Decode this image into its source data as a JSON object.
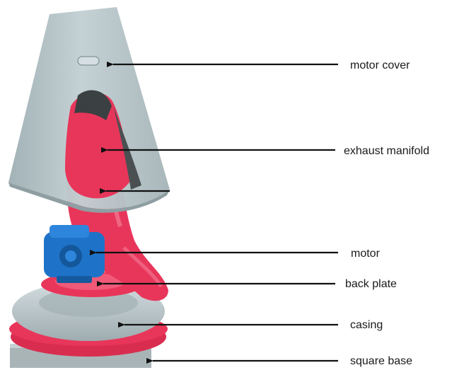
{
  "labels": {
    "motor_cover": "motor cover",
    "exhaust_manifold": "exhaust manifold",
    "motor": "motor",
    "back_plate": "back plate",
    "casing": "casing",
    "square_base": "square base"
  },
  "colors": {
    "cover": "#b7c6c9",
    "manifold": "#e8365a",
    "motor": "#1e73c8",
    "casing": "#bcc7ca",
    "base": "#a9b4b7",
    "arrow": "#111111"
  }
}
